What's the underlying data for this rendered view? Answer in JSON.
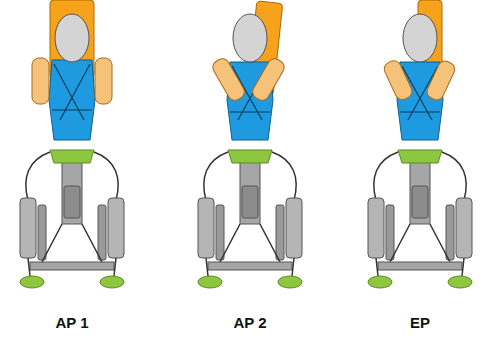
{
  "diagram": {
    "labels": [
      "AP 1",
      "AP 2",
      "EP"
    ]
  }
}
